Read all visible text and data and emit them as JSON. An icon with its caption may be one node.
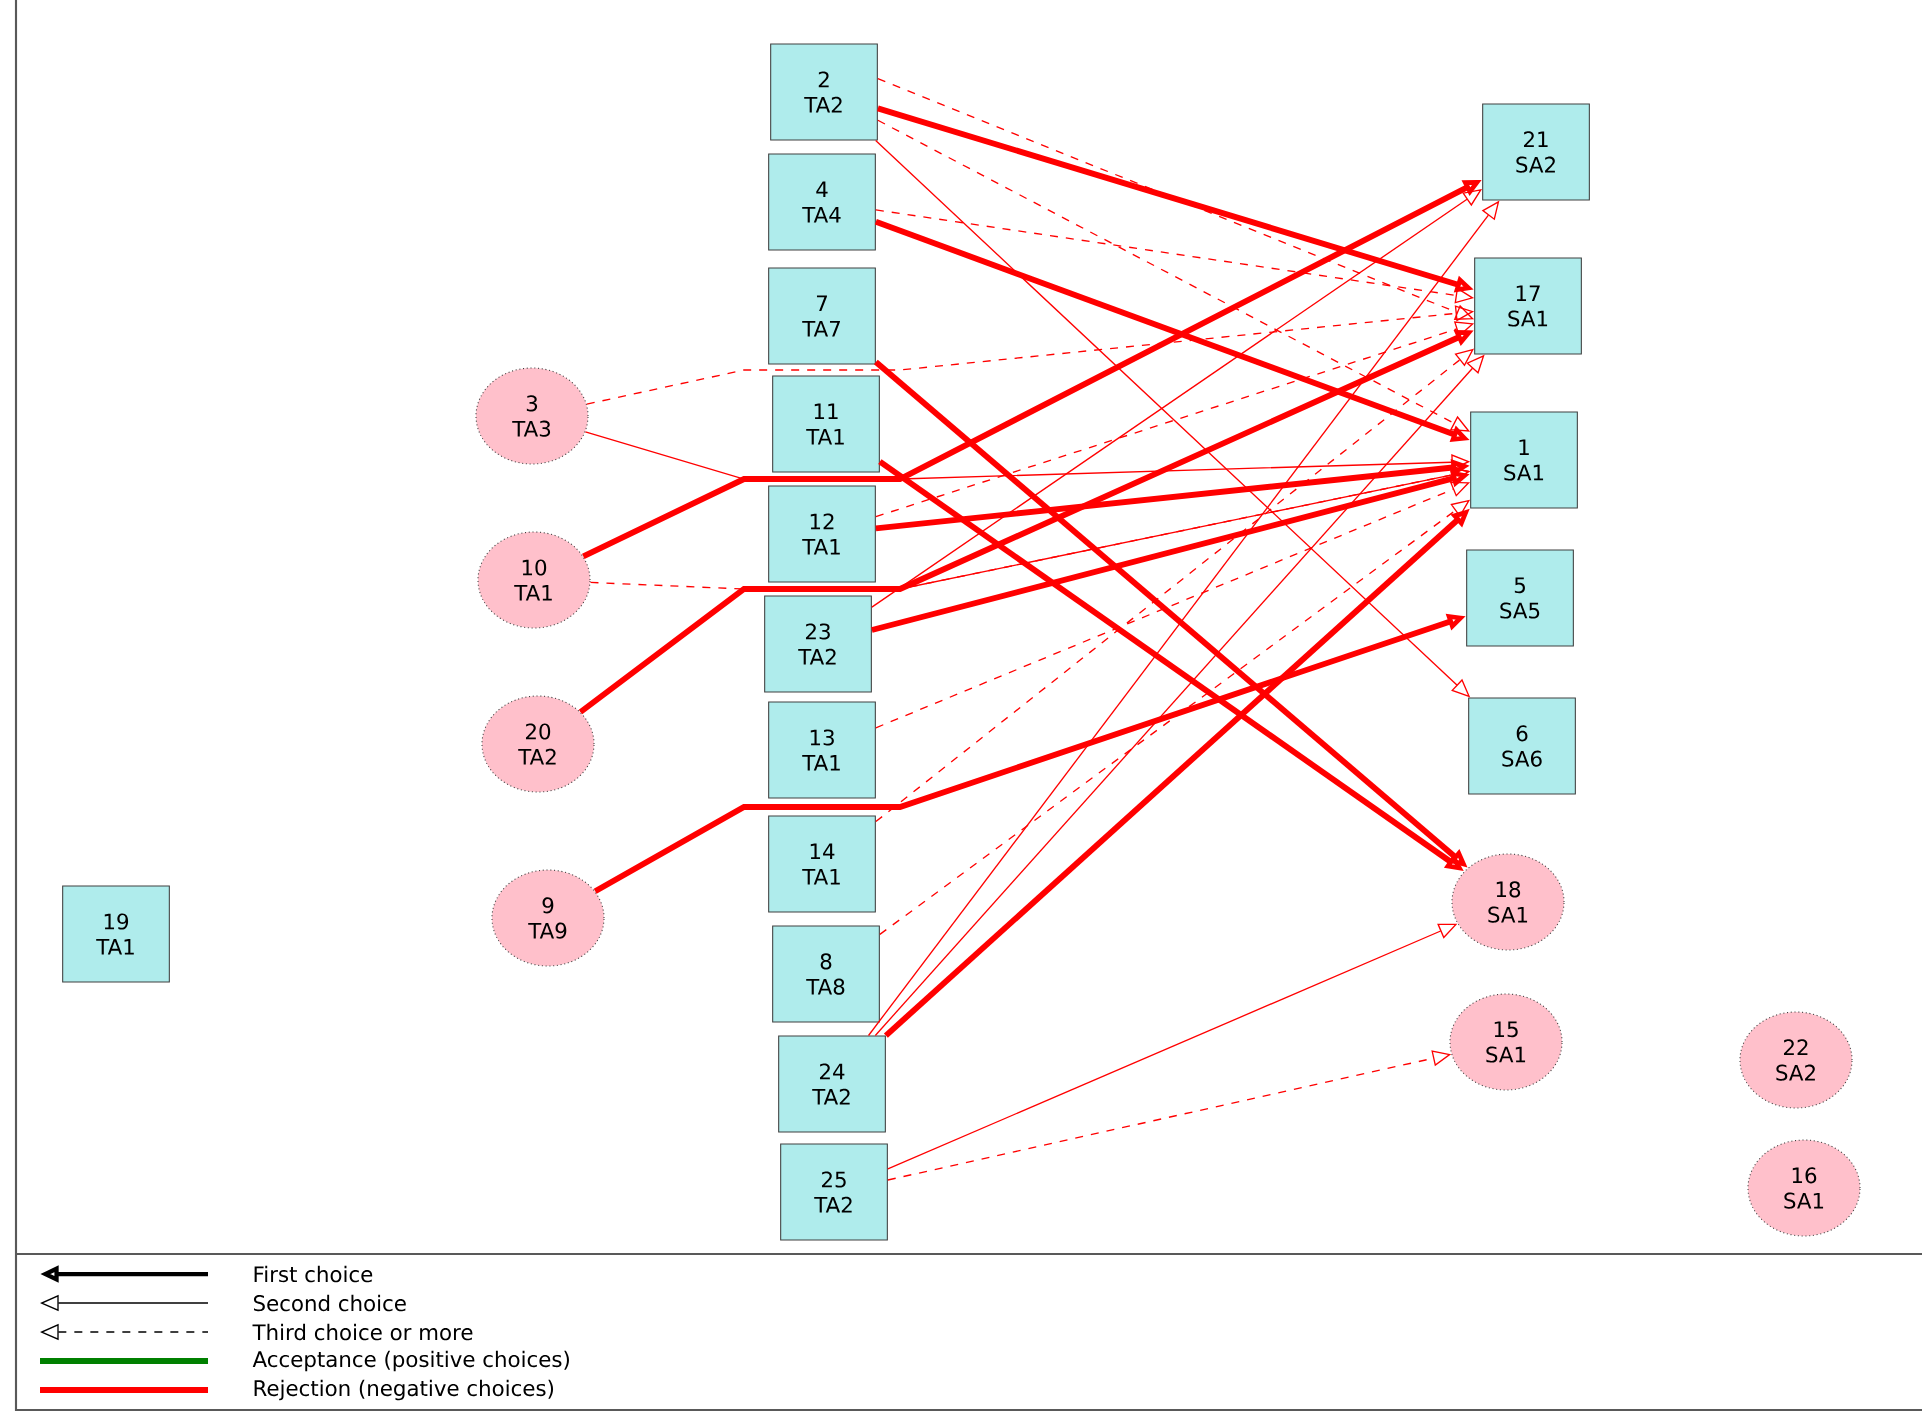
{
  "diagram": {
    "nodes": [
      {
        "text": [
          "2",
          "TA2"
        ]
      },
      {
        "text": [
          "4",
          "TA4"
        ]
      },
      {
        "text": [
          "7",
          "TA7"
        ]
      },
      {
        "text": [
          "3",
          "TA3"
        ]
      },
      {
        "text": [
          "11",
          "TA1"
        ]
      },
      {
        "text": [
          "12",
          "TA1"
        ]
      },
      {
        "text": [
          "10",
          "TA1"
        ]
      },
      {
        "text": [
          "23",
          "TA2"
        ]
      },
      {
        "text": [
          "20",
          "TA2"
        ]
      },
      {
        "text": [
          "13",
          "TA1"
        ]
      },
      {
        "text": [
          "14",
          "TA1"
        ]
      },
      {
        "text": [
          "9",
          "TA9"
        ]
      },
      {
        "text": [
          "19",
          "TA1"
        ]
      },
      {
        "text": [
          "8",
          "TA8"
        ]
      },
      {
        "text": [
          "24",
          "TA2"
        ]
      },
      {
        "text": [
          "25",
          "TA2"
        ]
      },
      {
        "text": [
          "21",
          "SA2"
        ]
      },
      {
        "text": [
          "17",
          "SA1"
        ]
      },
      {
        "text": [
          "1",
          "SA1"
        ]
      },
      {
        "text": [
          "5",
          "SA5"
        ]
      },
      {
        "text": [
          "6",
          "SA6"
        ]
      },
      {
        "text": [
          "18",
          "SA1"
        ]
      },
      {
        "text": [
          "15",
          "SA1"
        ]
      },
      {
        "text": [
          "22",
          "SA2"
        ]
      },
      {
        "text": [
          "16",
          "SA1"
        ]
      }
    ],
    "edges": [
      {
        "from": 0,
        "to": 17,
        "arrow": "to",
        "style": "thick"
      },
      {
        "from": 0,
        "to": 17,
        "arrow": "to",
        "style": "dashed"
      },
      {
        "from": 0,
        "to": 18,
        "arrow": "to",
        "style": "dashed"
      },
      {
        "from": 0,
        "to": 20,
        "arrow": "to"
      },
      {
        "from": 1,
        "to": 18,
        "arrow": "to",
        "style": "thick"
      },
      {
        "from": 1,
        "to": 17,
        "arrow": "to",
        "style": "dashed"
      },
      {
        "from": 2,
        "to": 21,
        "arrow": "to",
        "style": "thick"
      },
      {
        "from": 3,
        "to": 17,
        "arrow": "to",
        "style": "dashed"
      },
      {
        "from": 3,
        "to": 18,
        "arrow": "to"
      },
      {
        "from": 4,
        "to": 21,
        "arrow": "to",
        "style": "thick"
      },
      {
        "from": 6,
        "to": 16,
        "arrow": "to",
        "style": "thick"
      },
      {
        "from": 6,
        "to": 18,
        "arrow": "to",
        "style": "dashed"
      },
      {
        "from": 5,
        "to": 18,
        "arrow": "to",
        "style": "thick"
      },
      {
        "from": 5,
        "to": 17,
        "arrow": "to",
        "style": "dashed"
      },
      {
        "from": 7,
        "to": 18,
        "arrow": "to",
        "style": "thick"
      },
      {
        "from": 7,
        "to": 16,
        "arrow": "to"
      },
      {
        "from": 8,
        "to": 17,
        "arrow": "to",
        "style": "thick"
      },
      {
        "from": 8,
        "to": 18,
        "arrow": "to"
      },
      {
        "from": 9,
        "to": 18,
        "arrow": "to",
        "style": "dashed"
      },
      {
        "from": 10,
        "to": 17,
        "arrow": "to",
        "style": "dashed"
      },
      {
        "from": 11,
        "to": 19,
        "arrow": "to",
        "style": "thick"
      },
      {
        "from": 13,
        "to": 18,
        "arrow": "to",
        "style": "dashed"
      },
      {
        "from": 14,
        "to": 18,
        "arrow": "to",
        "style": "thick"
      },
      {
        "from": 14,
        "to": 16,
        "arrow": "to"
      },
      {
        "from": 14,
        "to": 17,
        "arrow": "to"
      },
      {
        "from": 15,
        "to": 21,
        "arrow": "to"
      },
      {
        "from": 15,
        "to": 22,
        "arrow": "to",
        "style": "dashed"
      }
    ],
    "legend": [
      {
        "text": "First choice"
      },
      {
        "text": "Second choice"
      },
      {
        "text": "Third choice or more"
      },
      {
        "text": "Acceptance (positive choices)",
        "color": "#008000"
      },
      {
        "text": "Rejection (negative choices)",
        "color": "#ff0000"
      }
    ]
  }
}
